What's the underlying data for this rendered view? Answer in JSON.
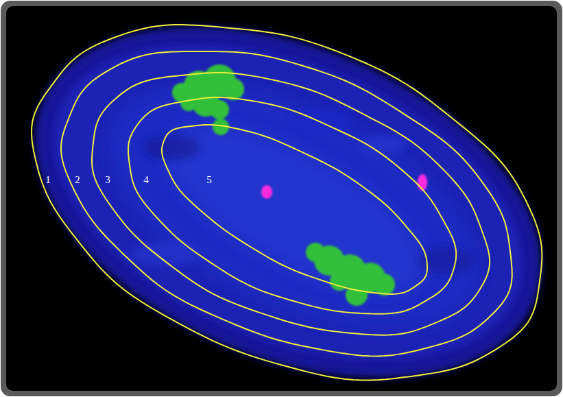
{
  "diagram": {
    "nodes": [
      {
        "text": [
          "1"
        ]
      },
      {
        "text": [
          "2"
        ],
        "in": 0
      },
      {
        "text": [
          "3"
        ],
        "in": 1
      },
      {
        "text": [
          "4"
        ],
        "in": 2
      },
      {
        "text": [
          "5"
        ],
        "in": 3
      }
    ]
  }
}
